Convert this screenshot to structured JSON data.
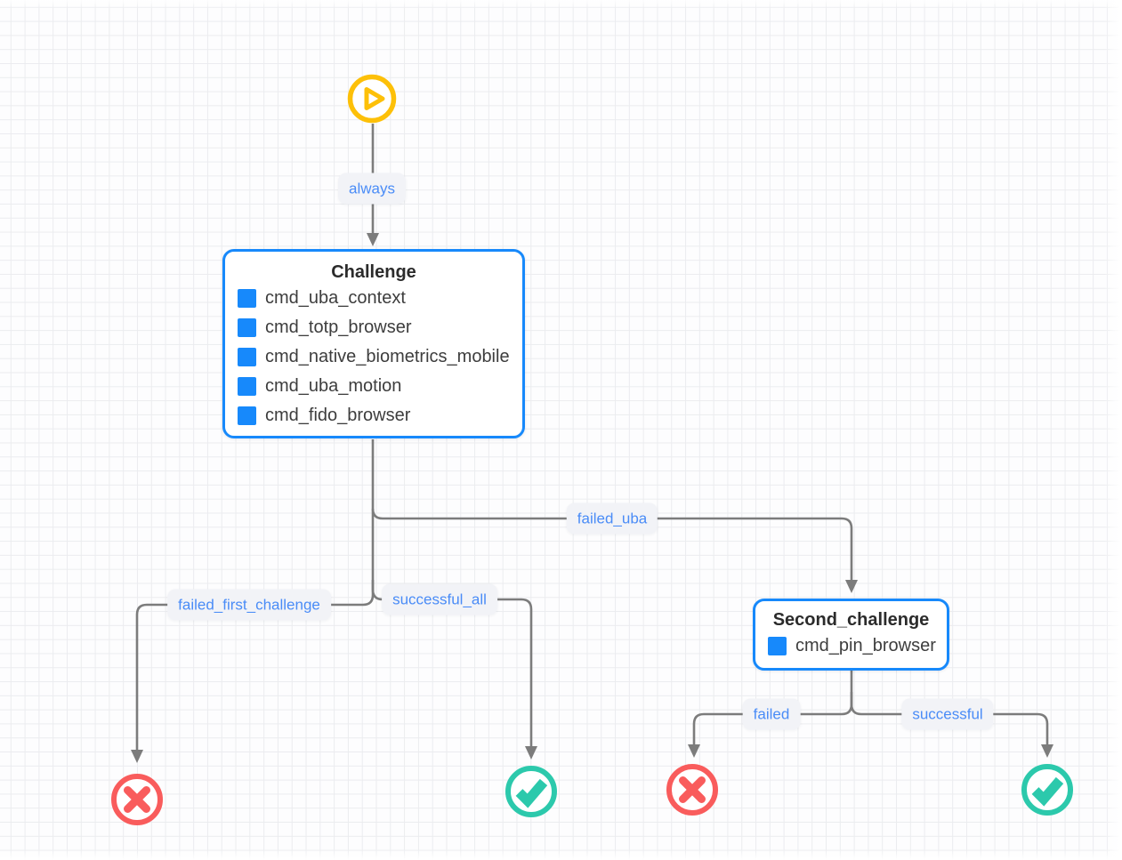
{
  "canvas": {
    "type": "flow-editor-grid",
    "background_color": "#fdfdfe",
    "grid_line_color": "#ebecef"
  },
  "colors": {
    "node_border_blue": "#1789fb",
    "command_square_blue": "#1789fb",
    "start_yellow": "#fdc008",
    "failure_red": "#f95c5c",
    "success_teal": "#2cc9ac",
    "edge_gray": "#7c7c7c",
    "edge_label_text_blue": "#4a8cf7",
    "edge_label_bg": "#f2f3f7"
  },
  "start_node": {
    "icon": "play-icon"
  },
  "nodes": [
    {
      "id": "challenge",
      "title": "Challenge",
      "items": [
        "cmd_uba_context",
        "cmd_totp_browser",
        "cmd_native_biometrics_mobile",
        "cmd_uba_motion",
        "cmd_fido_browser"
      ]
    },
    {
      "id": "second_challenge",
      "title": "Second_challenge",
      "items": [
        "cmd_pin_browser"
      ]
    }
  ],
  "edges": [
    {
      "from": "start",
      "to": "challenge",
      "label": "always"
    },
    {
      "from": "challenge",
      "to": "second_challenge",
      "label": "failed_uba"
    },
    {
      "from": "challenge",
      "to": "failure-end-1",
      "label": "failed_first_challenge"
    },
    {
      "from": "challenge",
      "to": "success-end-1",
      "label": "successful_all"
    },
    {
      "from": "second_challenge",
      "to": "failure-end-2",
      "label": "failed"
    },
    {
      "from": "second_challenge",
      "to": "success-end-2",
      "label": "successful"
    }
  ],
  "end_nodes": [
    {
      "id": "failure-end-1",
      "type": "failure",
      "icon": "x-icon"
    },
    {
      "id": "success-end-1",
      "type": "success",
      "icon": "check-icon"
    },
    {
      "id": "failure-end-2",
      "type": "failure",
      "icon": "x-icon"
    },
    {
      "id": "success-end-2",
      "type": "success",
      "icon": "check-icon"
    }
  ]
}
